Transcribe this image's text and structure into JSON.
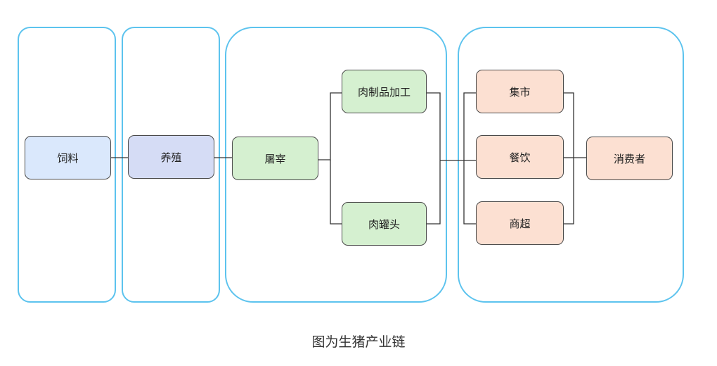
{
  "colors": {
    "group_border": "#5cc3ee",
    "connector": "#333333",
    "feed_fill": "#dae8fc",
    "breeding_fill": "#d5dcf5",
    "processing_fill": "#d5f0d0",
    "sales_fill": "#fce0d2",
    "consumer_fill": "#fce0d2"
  },
  "nodes": {
    "feed": "饲料",
    "breeding": "养殖",
    "slaughter": "屠宰",
    "meat_processing": "肉制品加工",
    "canned_meat": "肉罐头",
    "market": "集市",
    "catering": "餐饮",
    "supermarket": "商超",
    "consumer": "消费者"
  },
  "caption": "图为生猪产业链"
}
